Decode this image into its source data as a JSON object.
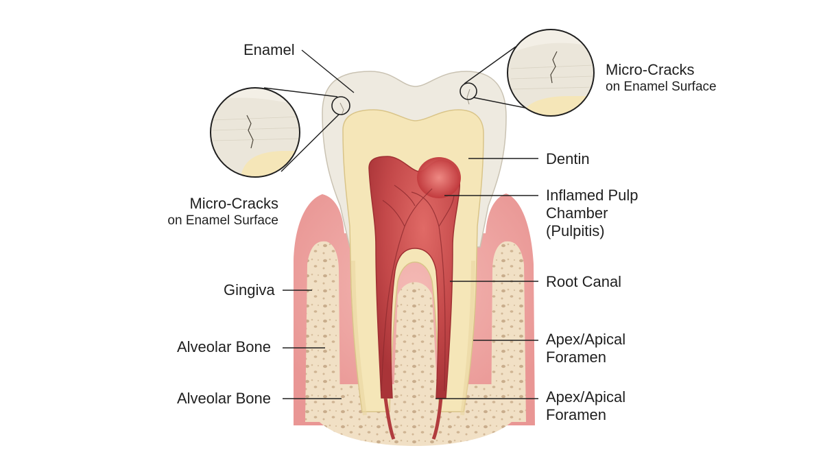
{
  "diagram": {
    "labels": {
      "enamel": "Enamel",
      "micro_cracks_right": {
        "line1": "Micro-Cracks",
        "line2": "on Enamel Surface"
      },
      "micro_cracks_left": {
        "line1": "Micro-Cracks",
        "line2": "on Enamel Surface"
      },
      "dentin": "Dentin",
      "pulp": {
        "line1": "Inflamed Pulp",
        "line2": "Chamber",
        "line3": "(Pulpitis)"
      },
      "root_canal": "Root Canal",
      "gingiva": "Gingiva",
      "alveolar_bone_1": "Alveolar Bone",
      "alveolar_bone_2": "Alveolar Bone",
      "apex_1": {
        "line1": "Apex/Apical",
        "line2": "Foramen"
      },
      "apex_2": {
        "line1": "Apex/Apical",
        "line2": "Foramen"
      }
    },
    "colors": {
      "enamel": "#eeeae0",
      "dentin": "#f5e6b8",
      "pulp": "#c4494a",
      "gum": "#e79a98",
      "bone": "#f1e0c5",
      "bone_pore": "#c9ad8c",
      "leader": "#1f1f1f"
    }
  }
}
